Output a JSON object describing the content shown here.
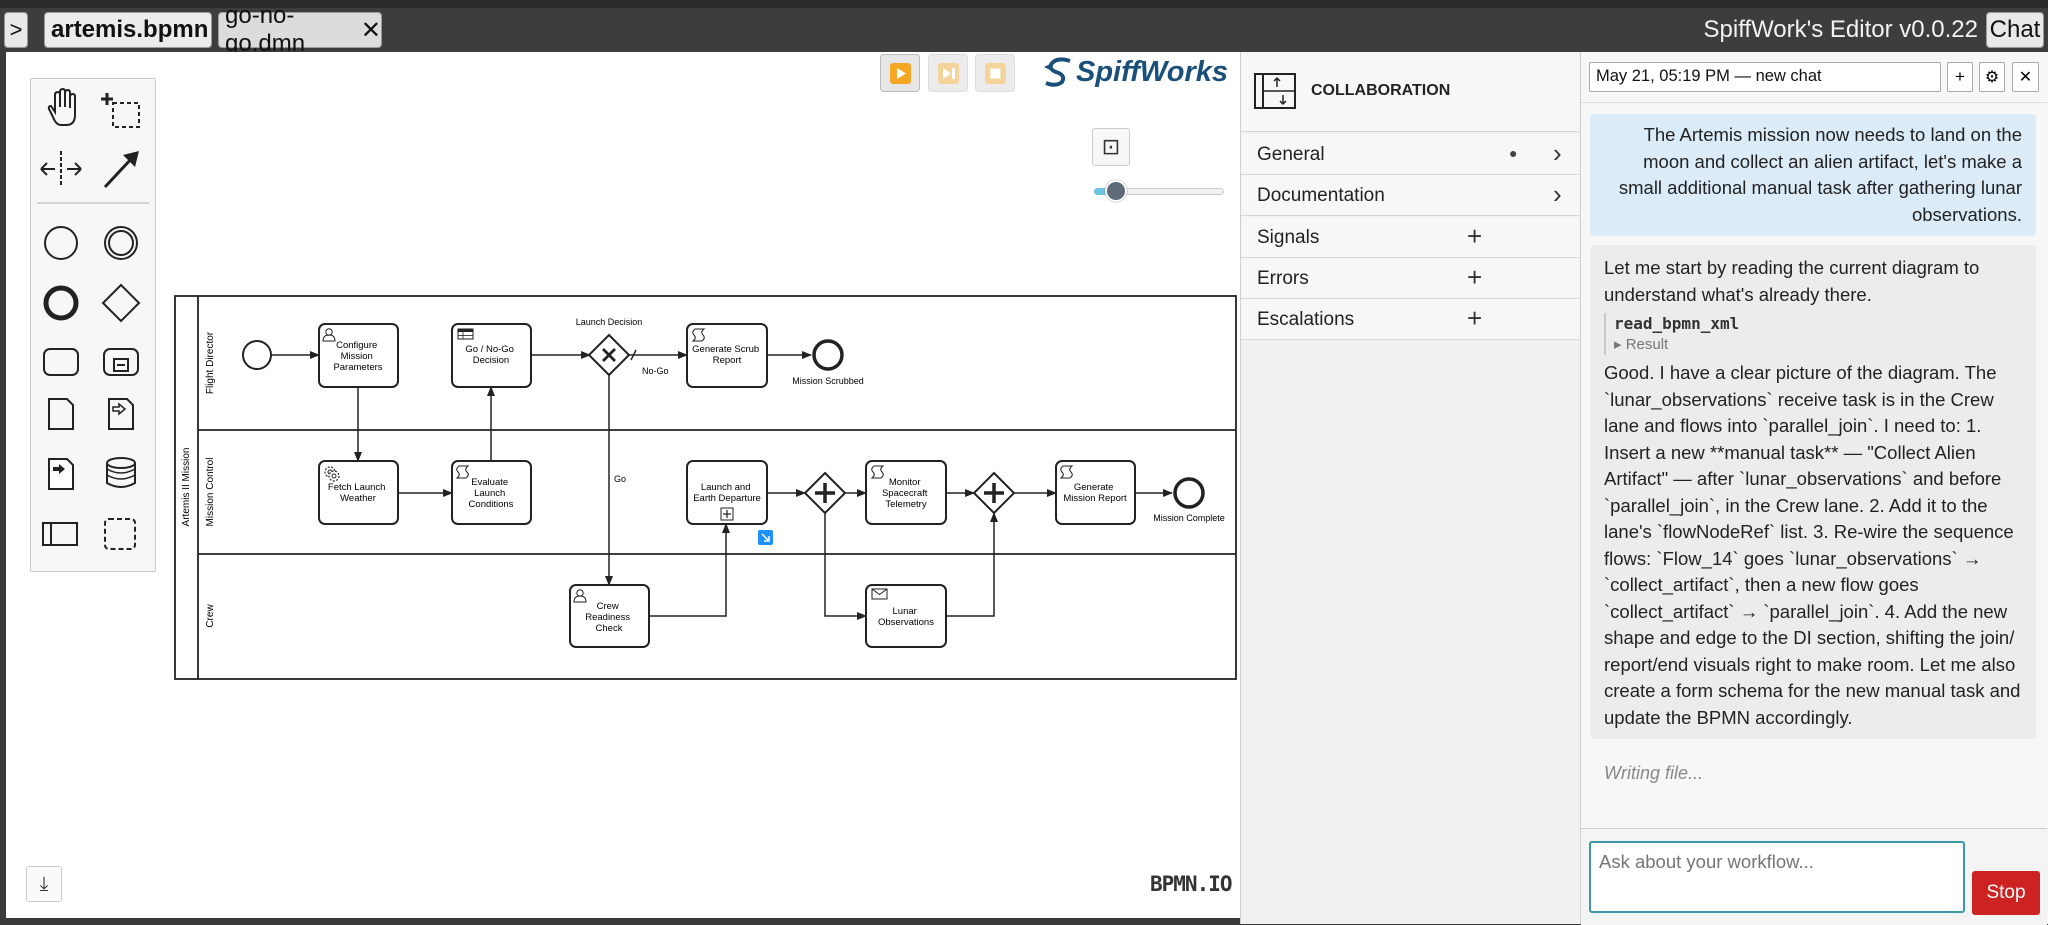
{
  "topbar": {
    "expand_label": ">",
    "tabs": [
      {
        "label": "artemis.bpmn",
        "close": "✕",
        "active": true
      },
      {
        "label": "go-no-go.dmn",
        "close": "✕",
        "active": false
      }
    ],
    "app_title": "SpiffWork's Editor v0.0.22",
    "chat_button": "Chat"
  },
  "canvas": {
    "brand": "SpiffWorks",
    "watermark": "BPMN.IO",
    "download_glyph": "⤓",
    "fit_glyph": "⊡",
    "zoom_level": 0.1,
    "palette_tools": [
      {
        "name": "hand-tool-icon"
      },
      {
        "name": "lasso-tool-icon"
      },
      {
        "name": "space-tool-icon"
      },
      {
        "name": "connect-tool-icon"
      },
      {
        "name": "start-event-icon"
      },
      {
        "name": "intermediate-event-icon"
      },
      {
        "name": "end-event-icon"
      },
      {
        "name": "gateway-icon"
      },
      {
        "name": "task-icon"
      },
      {
        "name": "subprocess-icon"
      },
      {
        "name": "data-object-icon"
      },
      {
        "name": "data-input-icon"
      },
      {
        "name": "data-output-icon"
      },
      {
        "name": "data-store-icon"
      },
      {
        "name": "pool-icon"
      },
      {
        "name": "group-icon"
      }
    ]
  },
  "diagram": {
    "pool": "Artemis II Mission",
    "lanes": [
      "Flight Director",
      "Mission Control",
      "Crew"
    ],
    "tasks": {
      "configure": [
        "Configure",
        "Mission",
        "Parameters"
      ],
      "gonogo": [
        "Go / No-Go",
        "Decision"
      ],
      "scrub": [
        "Generate Scrub",
        "Report"
      ],
      "weather": [
        "Fetch Launch",
        "Weather"
      ],
      "evaluate": [
        "Evaluate",
        "Launch",
        "Conditions"
      ],
      "launch": [
        "Launch and",
        "Earth Departure"
      ],
      "monitor": [
        "Monitor",
        "Spacecraft",
        "Telemetry"
      ],
      "report": [
        "Generate",
        "Mission Report"
      ],
      "readiness": [
        "Crew",
        "Readiness",
        "Check"
      ],
      "lunar": [
        "Lunar",
        "Observations"
      ]
    },
    "gateway_label": "Launch Decision",
    "flow_nogo": "No-Go",
    "flow_go": "Go",
    "end_scrubbed": "Mission Scrubbed",
    "end_complete": "Mission Complete"
  },
  "properties": {
    "header": "COLLABORATION",
    "rows": [
      {
        "label": "General",
        "dot": "●",
        "action": "›"
      },
      {
        "label": "Documentation",
        "action": "›"
      },
      {
        "label": "Signals",
        "action": "+"
      },
      {
        "label": "Errors",
        "action": "+"
      },
      {
        "label": "Escalations",
        "action": "+"
      }
    ]
  },
  "chat": {
    "session_title": "May 21, 05:19 PM — new chat",
    "new_btn": "+",
    "settings_btn": "⚙",
    "close_btn": "✕",
    "user_message": "The Artemis mission now needs to land on the moon and collect an alien artifact, let's make a small additional manual task after gathering lunar observations.",
    "assistant_intro": "Let me start by reading the current diagram to understand what's already there.",
    "tool_name": "read_bpmn_xml",
    "tool_result": "▸ Result",
    "assistant_plan": "Good. I have a clear picture of the diagram. The `lunar_observations` receive task is in the Crew lane and flows into `parallel_join`. I need to: 1. Insert a new **manual task** — \"Collect Alien Artifact\" — after `lunar_observations` and before `parallel_join`, in the Crew lane. 2. Add it to the lane's `flowNodeRef` list. 3. Re-wire the sequence flows: `Flow_14` goes `lunar_observations` → `collect_artifact`, then a new flow goes `collect_artifact` → `parallel_join`. 4. Add the new shape and edge to the DI section, shifting the join/ report/end visuals right to make room. Let me also create a form schema for the new manual task and update the BPMN accordingly.",
    "status": "Writing file...",
    "input_placeholder": "Ask about your workflow...",
    "stop_btn": "Stop"
  },
  "colors": {
    "play_active": "#f5a623",
    "play_disabled": "#f3d49a",
    "brand_blue": "#1a4f7a",
    "stop_red": "#cc2222",
    "user_bubble": "#dcebf8",
    "selection_blue": "#1e90ff"
  }
}
